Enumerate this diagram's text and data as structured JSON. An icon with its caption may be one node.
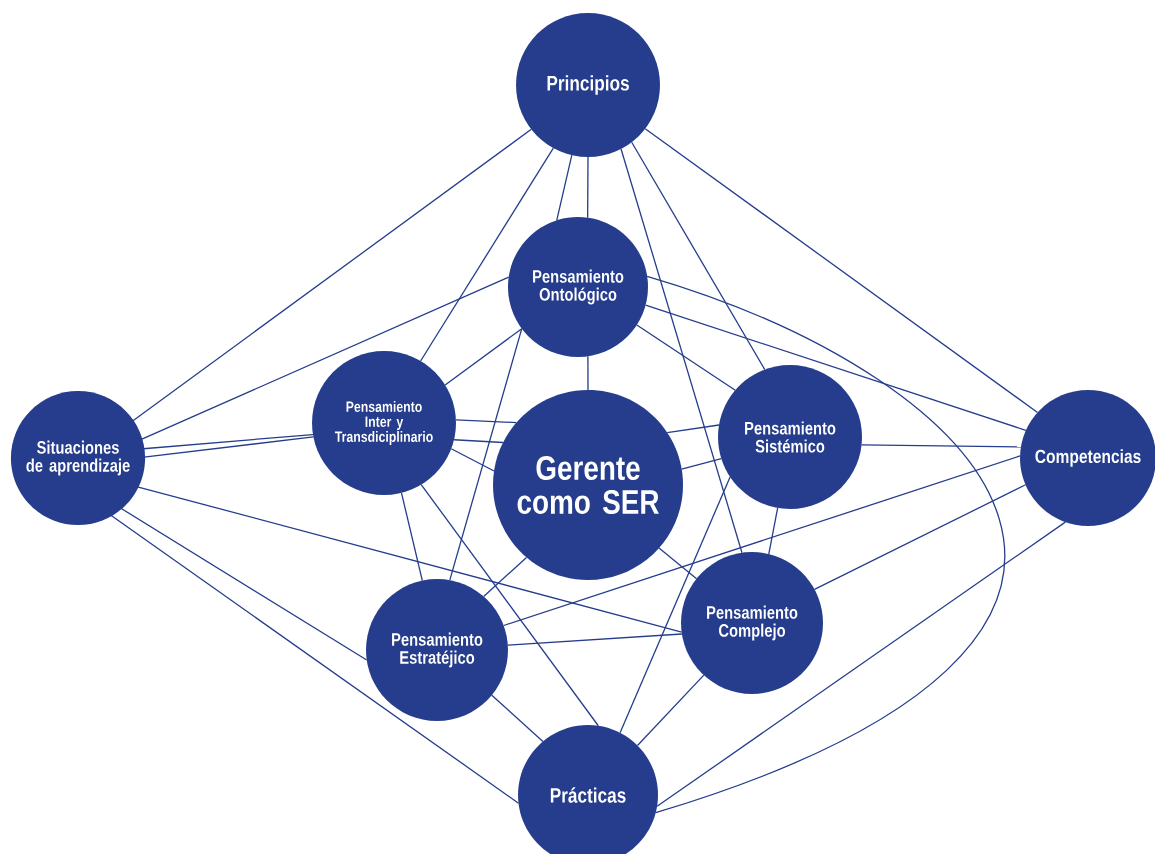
{
  "diagram": {
    "nodes": [
      {
        "text": [
          "Principios"
        ]
      },
      {
        "text": [
          "Pensamiento Ontológico"
        ]
      },
      {
        "text": [
          "Situaciones de aprendizaje"
        ]
      },
      {
        "text": [
          "Pensamiento Inter y Transdiciplinario"
        ]
      },
      {
        "text": [
          "Gerente como SER"
        ]
      },
      {
        "text": [
          "Pensamiento Sistémico"
        ]
      },
      {
        "text": [
          "Competencias"
        ]
      },
      {
        "text": [
          "Pensamiento Estratéjico"
        ]
      },
      {
        "text": [
          "Pensamiento Complejo"
        ]
      },
      {
        "text": [
          "Prácticas"
        ]
      }
    ],
    "edges": [
      {
        "from": 0,
        "to": 1,
        "arrow": "none"
      },
      {
        "from": 0,
        "to": 1,
        "arrow": "none"
      },
      {
        "from": 0,
        "to": 2,
        "arrow": "none"
      },
      {
        "from": 0,
        "to": 3,
        "arrow": "none"
      },
      {
        "from": 1,
        "to": 7,
        "arrow": "none"
      },
      {
        "from": 0,
        "to": 8,
        "arrow": "none"
      },
      {
        "from": 0,
        "to": 5,
        "arrow": "none"
      },
      {
        "from": 0,
        "to": 6,
        "arrow": "none"
      },
      {
        "from": 1,
        "to": 2,
        "arrow": "none"
      },
      {
        "from": 1,
        "to": 3,
        "arrow": "none"
      },
      {
        "from": 1,
        "to": 4,
        "arrow": "none"
      },
      {
        "from": 1,
        "to": 5,
        "arrow": "none"
      },
      {
        "from": 1,
        "to": 6,
        "arrow": "none"
      },
      {
        "from": 1,
        "to": 9,
        "arrow": "none"
      },
      {
        "from": 2,
        "to": 3,
        "arrow": "none"
      },
      {
        "from": 2,
        "to": 3,
        "arrow": "none"
      },
      {
        "from": 3,
        "to": 4,
        "arrow": "none"
      },
      {
        "from": 3,
        "to": 4,
        "arrow": "none"
      },
      {
        "from": 3,
        "to": 4,
        "arrow": "none"
      },
      {
        "from": 4,
        "to": 5,
        "arrow": "none"
      },
      {
        "from": 4,
        "to": 5,
        "arrow": "none"
      },
      {
        "from": 2,
        "to": 7,
        "arrow": "none"
      },
      {
        "from": 2,
        "to": 8,
        "arrow": "none"
      },
      {
        "from": 2,
        "to": 9,
        "arrow": "none"
      },
      {
        "from": 3,
        "to": 7,
        "arrow": "none"
      },
      {
        "from": 3,
        "to": 9,
        "arrow": "none"
      },
      {
        "from": 4,
        "to": 7,
        "arrow": "none"
      },
      {
        "from": 4,
        "to": 8,
        "arrow": "none"
      },
      {
        "from": 5,
        "to": 6,
        "arrow": "none"
      },
      {
        "from": 5,
        "to": 8,
        "arrow": "none"
      },
      {
        "from": 5,
        "to": 9,
        "arrow": "none"
      },
      {
        "from": 6,
        "to": 7,
        "arrow": "none"
      },
      {
        "from": 6,
        "to": 8,
        "arrow": "none"
      },
      {
        "from": 6,
        "to": 9,
        "arrow": "none"
      },
      {
        "from": 7,
        "to": 8,
        "arrow": "none"
      },
      {
        "from": 7,
        "to": 9,
        "arrow": "none"
      },
      {
        "from": 8,
        "to": 9,
        "arrow": "none"
      }
    ]
  }
}
